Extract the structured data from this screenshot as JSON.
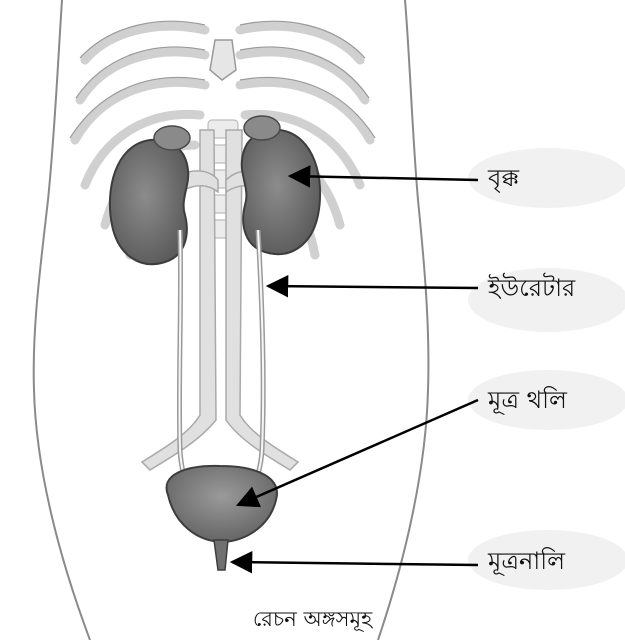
{
  "labels": {
    "kidney": "বৃক্ক",
    "ureter": "ইউরেটার",
    "bladder": "মূত্র থলি",
    "urethra": "মূত্রনালি"
  },
  "caption": "রেচন অঙ্গসমূহ",
  "colors": {
    "organ_fill": "#6f6f6f",
    "organ_dark": "#555555",
    "body_outline": "#8a8a8a",
    "bone": "#e6e6e6",
    "vessel": "#d9d9d9",
    "arrow": "#000000"
  }
}
